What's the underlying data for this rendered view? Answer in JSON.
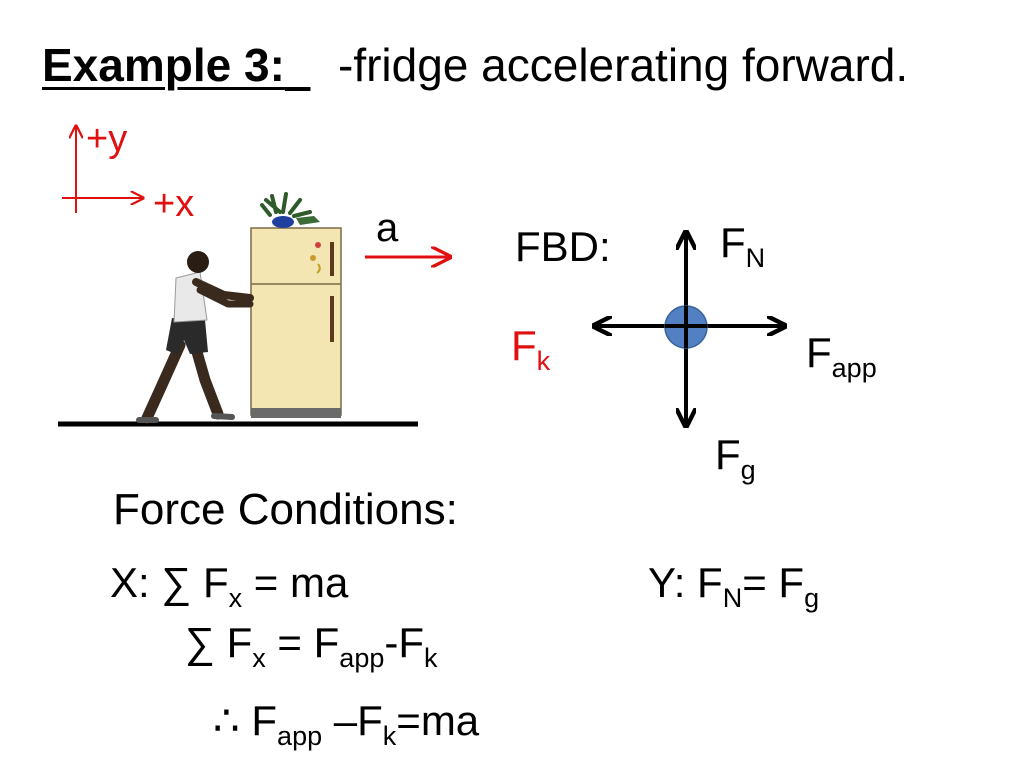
{
  "title": {
    "label": "Example 3:",
    "text": "-fridge accelerating forward."
  },
  "axes": {
    "y_label": "+y",
    "x_label": "+x",
    "color": "#e01010"
  },
  "acceleration": {
    "label": "a",
    "arrow_color": "#e01010"
  },
  "fbd": {
    "label": "FBD:",
    "normal": {
      "base": "F",
      "sub": "N"
    },
    "friction": {
      "base": "F",
      "sub": "k",
      "color": "#e01010"
    },
    "applied": {
      "base": "F",
      "sub": "app"
    },
    "gravity": {
      "base": "F",
      "sub": "g"
    },
    "dot_color": "#4a7ac0"
  },
  "conditions": {
    "title": "Force Conditions:",
    "x1": {
      "lead": "X: ∑ F",
      "sub1": "x",
      "rest": " = ma"
    },
    "x2": {
      "lead": "∑ F",
      "sub1": "x",
      "mid": " = F",
      "sub2": "app",
      "mid2": "-F",
      "sub3": "k"
    },
    "x3": {
      "lead": "∴ F",
      "sub1": "app",
      "mid": " –F",
      "sub2": "k",
      "rest": "=ma"
    },
    "y": {
      "lead": "Y:  F",
      "sub1": "N",
      "mid": "= F",
      "sub2": "g"
    }
  }
}
